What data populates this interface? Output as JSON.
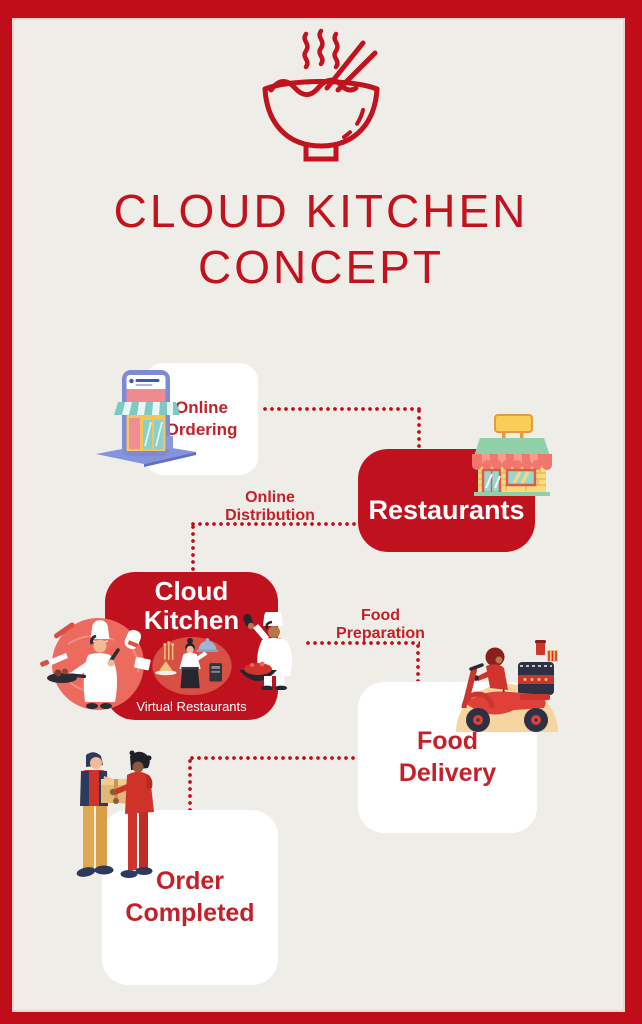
{
  "header": {
    "icon": "noodle-bowl-icon",
    "title_line1": "CLOUD KITCHEN",
    "title_line2": "CONCEPT"
  },
  "nodes": {
    "online_ordering": {
      "line1": "Online",
      "line2": "Ordering",
      "style": "white"
    },
    "restaurants": {
      "label": "Restaurants",
      "style": "red"
    },
    "cloud_kitchen": {
      "line1": "Cloud",
      "line2": "Kitchen",
      "caption": "Virtual Restaurants",
      "style": "red"
    },
    "food_delivery": {
      "line1": "Food",
      "line2": "Delivery",
      "style": "white"
    },
    "order_completed": {
      "line1": "Order",
      "line2": "Completed",
      "style": "white"
    }
  },
  "connector_labels": {
    "online_distribution": {
      "line1": "Online",
      "line2": "Distribution"
    },
    "food_preparation": {
      "line1": "Food",
      "line2": "Preparation"
    }
  },
  "icons": {
    "header": "noodle-bowl-icon",
    "online_ordering": "phone-storefront-illustration",
    "restaurants": "restaurant-building-illustration",
    "cloud_kitchen_left": "chef-frying-pan-illustration",
    "cloud_kitchen_center": "waitress-cloche-illustration",
    "cloud_kitchen_right": "chef-wok-illustration",
    "food_delivery": "delivery-scooter-illustration",
    "order_completed": "package-handoff-illustration"
  },
  "colors": {
    "frame_red": "#C00D19",
    "panel_red": "#BF121E",
    "title_red": "#C1121D",
    "label_red": "#C4202A",
    "background_cream": "#EFEDE8",
    "node_white": "#FFFFFF"
  }
}
